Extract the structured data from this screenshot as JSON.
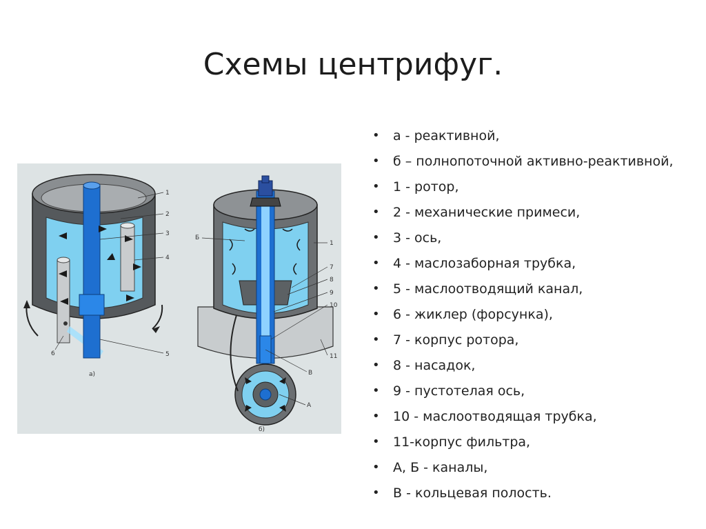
{
  "title": "Схемы центрифуг.",
  "figure": {
    "caption_a": "а)",
    "caption_b": "б)",
    "labels_a": [
      "1",
      "2",
      "3",
      "4",
      "5",
      "6"
    ],
    "labels_b": [
      "Б",
      "1",
      "7",
      "8",
      "9",
      "10",
      "11",
      "В",
      "А"
    ]
  },
  "legend": [
    "а - реактивной,",
    "б – полнопоточной активно-реактивной,",
    "1 - ротор,",
    "2 - механические примеси,",
    "3 - ось,",
    "4 - маслозаборная трубка,",
    "5 - маслоотводящий канал,",
    " 6 - жиклер (форсунка),",
    "7 - корпус ротора,",
    "8 - насадок,",
    " 9 - пустотелая ось,",
    "10 - маслоотводящая трубка,",
    "11-корпус фильтра,",
    "А, Б - каналы,",
    "В  - кольцевая полость."
  ],
  "colors": {
    "figure_bg": "#dde3e4",
    "oil_blue": "#7fd0f0",
    "axis_blue": "#1e6fd0",
    "metal_gray": "#7a7f83"
  }
}
